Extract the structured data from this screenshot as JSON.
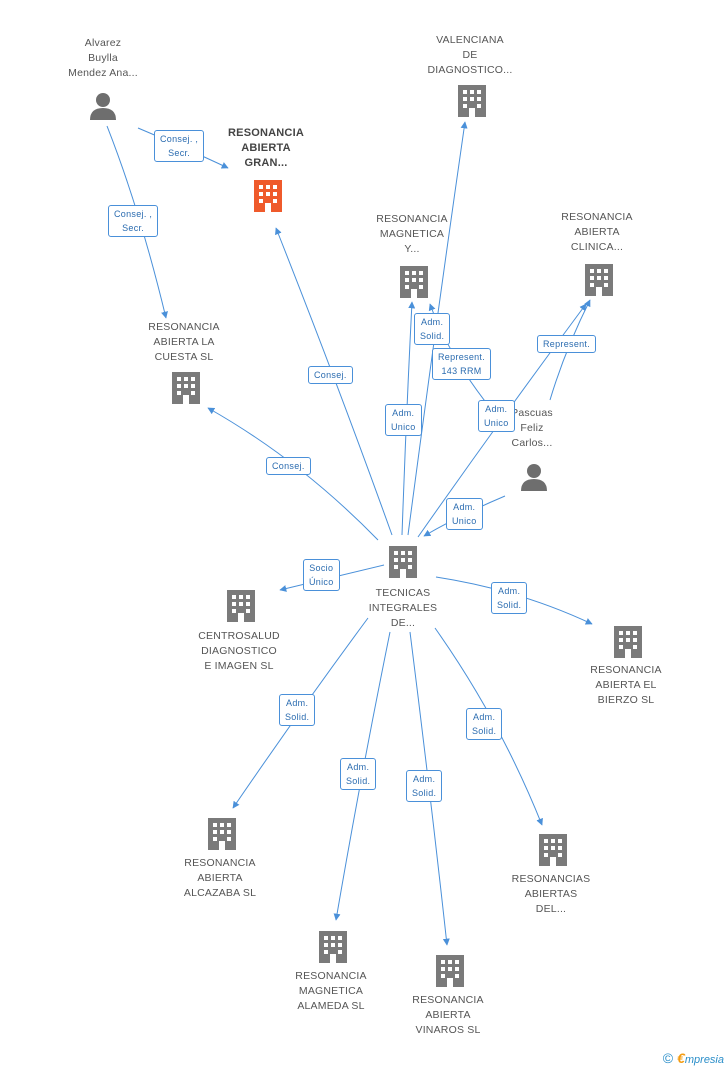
{
  "colors": {
    "edge": "#4a90d9",
    "company_icon": "#7a7a7a",
    "focus_icon": "#ef5a2b",
    "person_icon": "#6e6e6e"
  },
  "nodes": {
    "alvarez": {
      "label": "Alvarez\nBuylla\nMendez Ana...",
      "icon": "person-icon"
    },
    "resonancia_gran": {
      "label": "RESONANCIA\nABIERTA\nGRAN...",
      "icon": "building-icon-focus"
    },
    "valenciana": {
      "label": "VALENCIANA\nDE\nDIAGNOSTICO...",
      "icon": "building-icon"
    },
    "magnetica_y": {
      "label": "RESONANCIA\nMAGNETICA\nY...",
      "icon": "building-icon"
    },
    "clinica": {
      "label": "RESONANCIA\nABIERTA\nCLINICA...",
      "icon": "building-icon"
    },
    "la_cuesta": {
      "label": "RESONANCIA\nABIERTA LA\nCUESTA SL",
      "icon": "building-icon"
    },
    "pascuas": {
      "label": "Pascuas\nFeliz\nCarlos...",
      "icon": "person-icon"
    },
    "tecnicas": {
      "label": "TECNICAS\nINTEGRALES\nDE...",
      "icon": "building-icon"
    },
    "centrosalud": {
      "label": "CENTROSALUD\nDIAGNOSTICO\nE IMAGEN SL",
      "icon": "building-icon"
    },
    "bierzo": {
      "label": "RESONANCIA\nABIERTA EL\nBIERZO SL",
      "icon": "building-icon"
    },
    "alcazaba": {
      "label": "RESONANCIA\nABIERTA\nALCAZABA SL",
      "icon": "building-icon"
    },
    "resonancias_del": {
      "label": "RESONANCIAS\nABIERTAS\nDEL...",
      "icon": "building-icon"
    },
    "alameda": {
      "label": "RESONANCIA\nMAGNETICA\nALAMEDA SL",
      "icon": "building-icon"
    },
    "vinaros": {
      "label": "RESONANCIA\nABIERTA\nVINAROS SL",
      "icon": "building-icon"
    }
  },
  "edges": {
    "alvarez_gran": "Consej. ,\nSecr.",
    "alvarez_cuesta": "Consej. ,\nSecr.",
    "tec_gran": "Consej.",
    "tec_cuesta": "Consej.",
    "tec_magy": "Adm.\nUnico",
    "pascuas_magy": "Adm.\nSolid.",
    "tec_valenciana": "Represent.\n143 RRM",
    "tec_clinica": "Adm.\nUnico",
    "pascuas_clinica": "Represent.",
    "pascuas_tec": "Adm.\nUnico",
    "tec_centrosalud": "Socio\nÚnico",
    "tec_bierzo": "Adm.\nSolid.",
    "tec_alcazaba": "Adm.\nSolid.",
    "tec_alameda": "Adm.\nSolid.",
    "tec_vinaros": "Adm.\nSolid.",
    "tec_resdel": "Adm.\nSolid."
  },
  "footer": {
    "copyright": "©",
    "brand_initial": "€",
    "brand_rest": "mpresia"
  }
}
